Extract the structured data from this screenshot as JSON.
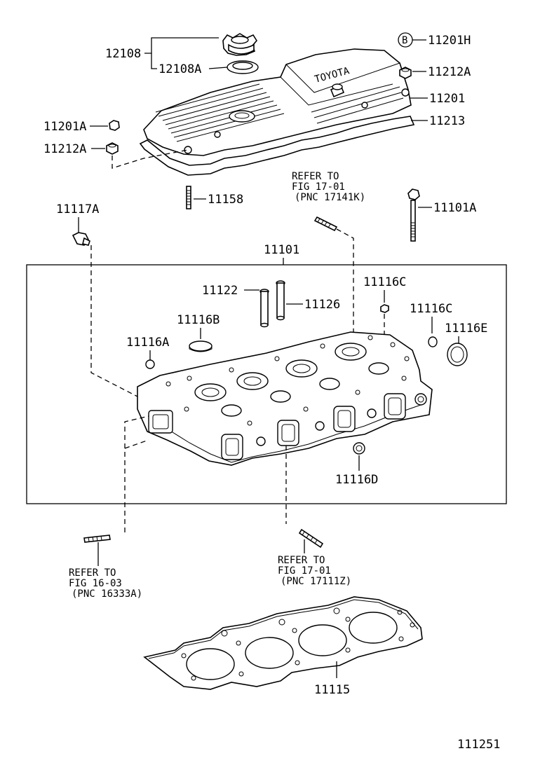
{
  "labels": {
    "p12108": "12108",
    "p12108A": "12108A",
    "p11201H": "11201H",
    "circleB": "B",
    "p11212A_top": "11212A",
    "p11201": "11201",
    "p11213": "11213",
    "p11201A": "11201A",
    "p11212A_left": "11212A",
    "p11158": "11158",
    "p11117A": "11117A",
    "p11101A": "11101A",
    "p11101": "11101",
    "p11122": "11122",
    "p11126": "11126",
    "p11116C_top": "11116C",
    "p11116C_right": "11116C",
    "p11116B": "11116B",
    "p11116E": "11116E",
    "p11116A": "11116A",
    "p11116D": "11116D",
    "p11115": "11115",
    "cover_brand": "TOYOTA",
    "figure_number": "111251"
  },
  "references": {
    "ref_17141K": [
      "REFER TO",
      "FIG 17-01",
      "(PNC 17141K)"
    ],
    "ref_16333A": [
      "REFER TO",
      "FIG 16-03",
      "(PNC 16333A)"
    ],
    "ref_17111Z": [
      "REFER TO",
      "FIG 17-01",
      "(PNC 17111Z)"
    ]
  }
}
